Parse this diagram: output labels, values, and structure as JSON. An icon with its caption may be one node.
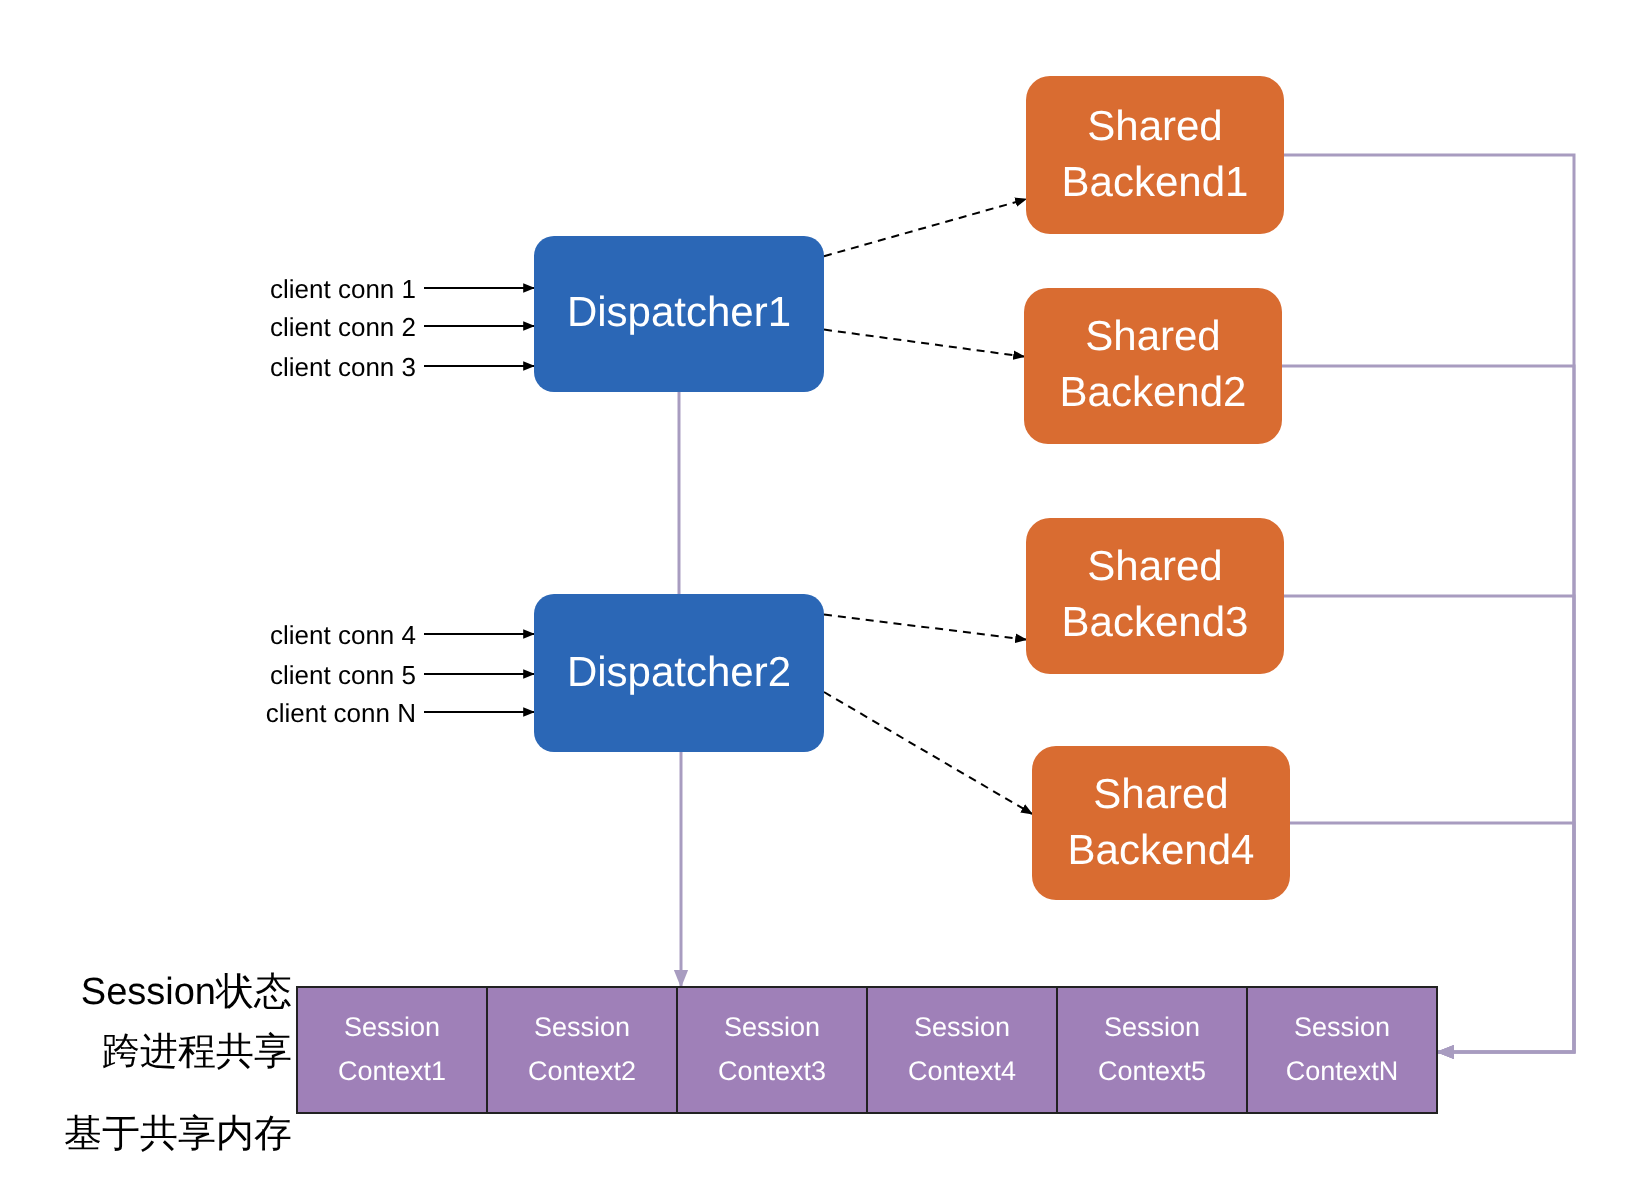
{
  "diagram": {
    "nodes": [
      {
        "text": [
          "client conn 1"
        ]
      },
      {
        "text": [
          "client conn 2"
        ]
      },
      {
        "text": [
          "client conn 3"
        ]
      },
      {
        "text": [
          "client conn 4"
        ]
      },
      {
        "text": [
          "client conn 5"
        ]
      },
      {
        "text": [
          "client conn N"
        ]
      },
      {
        "text": [
          "Dispatcher1"
        ]
      },
      {
        "text": [
          "Dispatcher2"
        ]
      },
      {
        "text": [
          "Shared Backend1"
        ]
      },
      {
        "text": [
          "Shared Backend2"
        ]
      },
      {
        "text": [
          "Shared Backend3"
        ]
      },
      {
        "text": [
          "Shared Backend4"
        ]
      },
      {
        "text": [
          "Session Context1"
        ]
      },
      {
        "text": [
          "Session Context2"
        ]
      },
      {
        "text": [
          "Session Context3"
        ]
      },
      {
        "text": [
          "Session Context4"
        ]
      },
      {
        "text": [
          "Session Context5"
        ]
      },
      {
        "text": [
          "Session ContextN"
        ]
      }
    ],
    "edges": [
      {
        "from": 0,
        "to": 6,
        "arrow": "to"
      },
      {
        "from": 1,
        "to": 6,
        "arrow": "to"
      },
      {
        "from": 2,
        "to": 6,
        "arrow": "to"
      },
      {
        "from": 3,
        "to": 7,
        "arrow": "to"
      },
      {
        "from": 4,
        "to": 7,
        "arrow": "to"
      },
      {
        "from": 5,
        "to": 7,
        "arrow": "to"
      },
      {
        "from": 6,
        "to": 8,
        "arrow": "to",
        "style": "dashed"
      },
      {
        "from": 6,
        "to": 9,
        "arrow": "to",
        "style": "dashed"
      },
      {
        "from": 7,
        "to": 10,
        "arrow": "to",
        "style": "dashed"
      },
      {
        "from": 7,
        "to": 11,
        "arrow": "to",
        "style": "dashed"
      },
      {
        "from": 6,
        "to": 7,
        "arrow": "none",
        "color": "#a89cc0"
      },
      {
        "from": 7,
        "to": 14,
        "arrow": "to",
        "color": "#a89cc0"
      },
      {
        "from": 8,
        "to": 17,
        "arrow": "to",
        "color": "#a89cc0"
      },
      {
        "from": 9,
        "to": 17,
        "arrow": "to",
        "color": "#a89cc0"
      },
      {
        "from": 10,
        "to": 17,
        "arrow": "to",
        "color": "#a89cc0"
      },
      {
        "from": 11,
        "to": 17,
        "arrow": "to",
        "color": "#a89cc0"
      }
    ],
    "labels": [
      "Session状态跨进程共享",
      "基于共享内存"
    ]
  }
}
